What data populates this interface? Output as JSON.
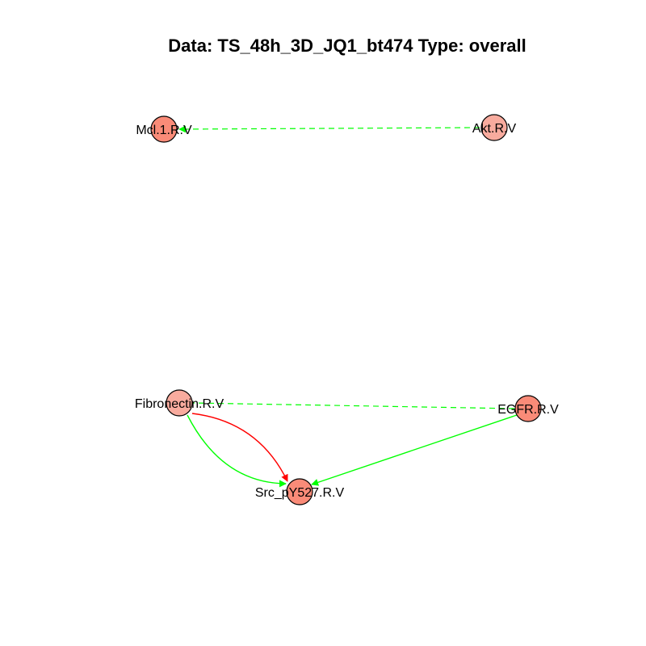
{
  "title": "Data: TS_48h_3D_JQ1_bt474 Type: overall",
  "colors": {
    "positive_edge": "#00ff00",
    "negative_edge": "#ff0000",
    "node_fill_dark": "#fa8b78",
    "node_fill_light": "#f8ab9e",
    "node_border": "#000000",
    "background": "#ffffff"
  },
  "nodes": [
    {
      "id": "mcl1",
      "label": "Mcl.1.R.V",
      "fill": "dark"
    },
    {
      "id": "akt",
      "label": "Akt.R.V",
      "fill": "light"
    },
    {
      "id": "fibronectin",
      "label": "Fibronectin.R.V",
      "fill": "light"
    },
    {
      "id": "egfr",
      "label": "EGFR.R.V",
      "fill": "dark"
    },
    {
      "id": "src",
      "label": "Src_pY527.R.V",
      "fill": "dark"
    }
  ],
  "edges": [
    {
      "id": "akt-mcl1",
      "from": "akt",
      "to": "mcl1",
      "color": "green",
      "style": "dashed",
      "directed": true
    },
    {
      "id": "egfr-fibronectin",
      "from": "egfr",
      "to": "fibronectin",
      "color": "green",
      "style": "dashed",
      "directed": false
    },
    {
      "id": "fibronectin-src-green",
      "from": "fibronectin",
      "to": "src",
      "color": "green",
      "style": "solid",
      "directed": true
    },
    {
      "id": "fibronectin-src-red",
      "from": "fibronectin",
      "to": "src",
      "color": "red",
      "style": "solid",
      "directed": true
    },
    {
      "id": "egfr-src",
      "from": "egfr",
      "to": "src",
      "color": "green",
      "style": "solid",
      "directed": true
    }
  ]
}
